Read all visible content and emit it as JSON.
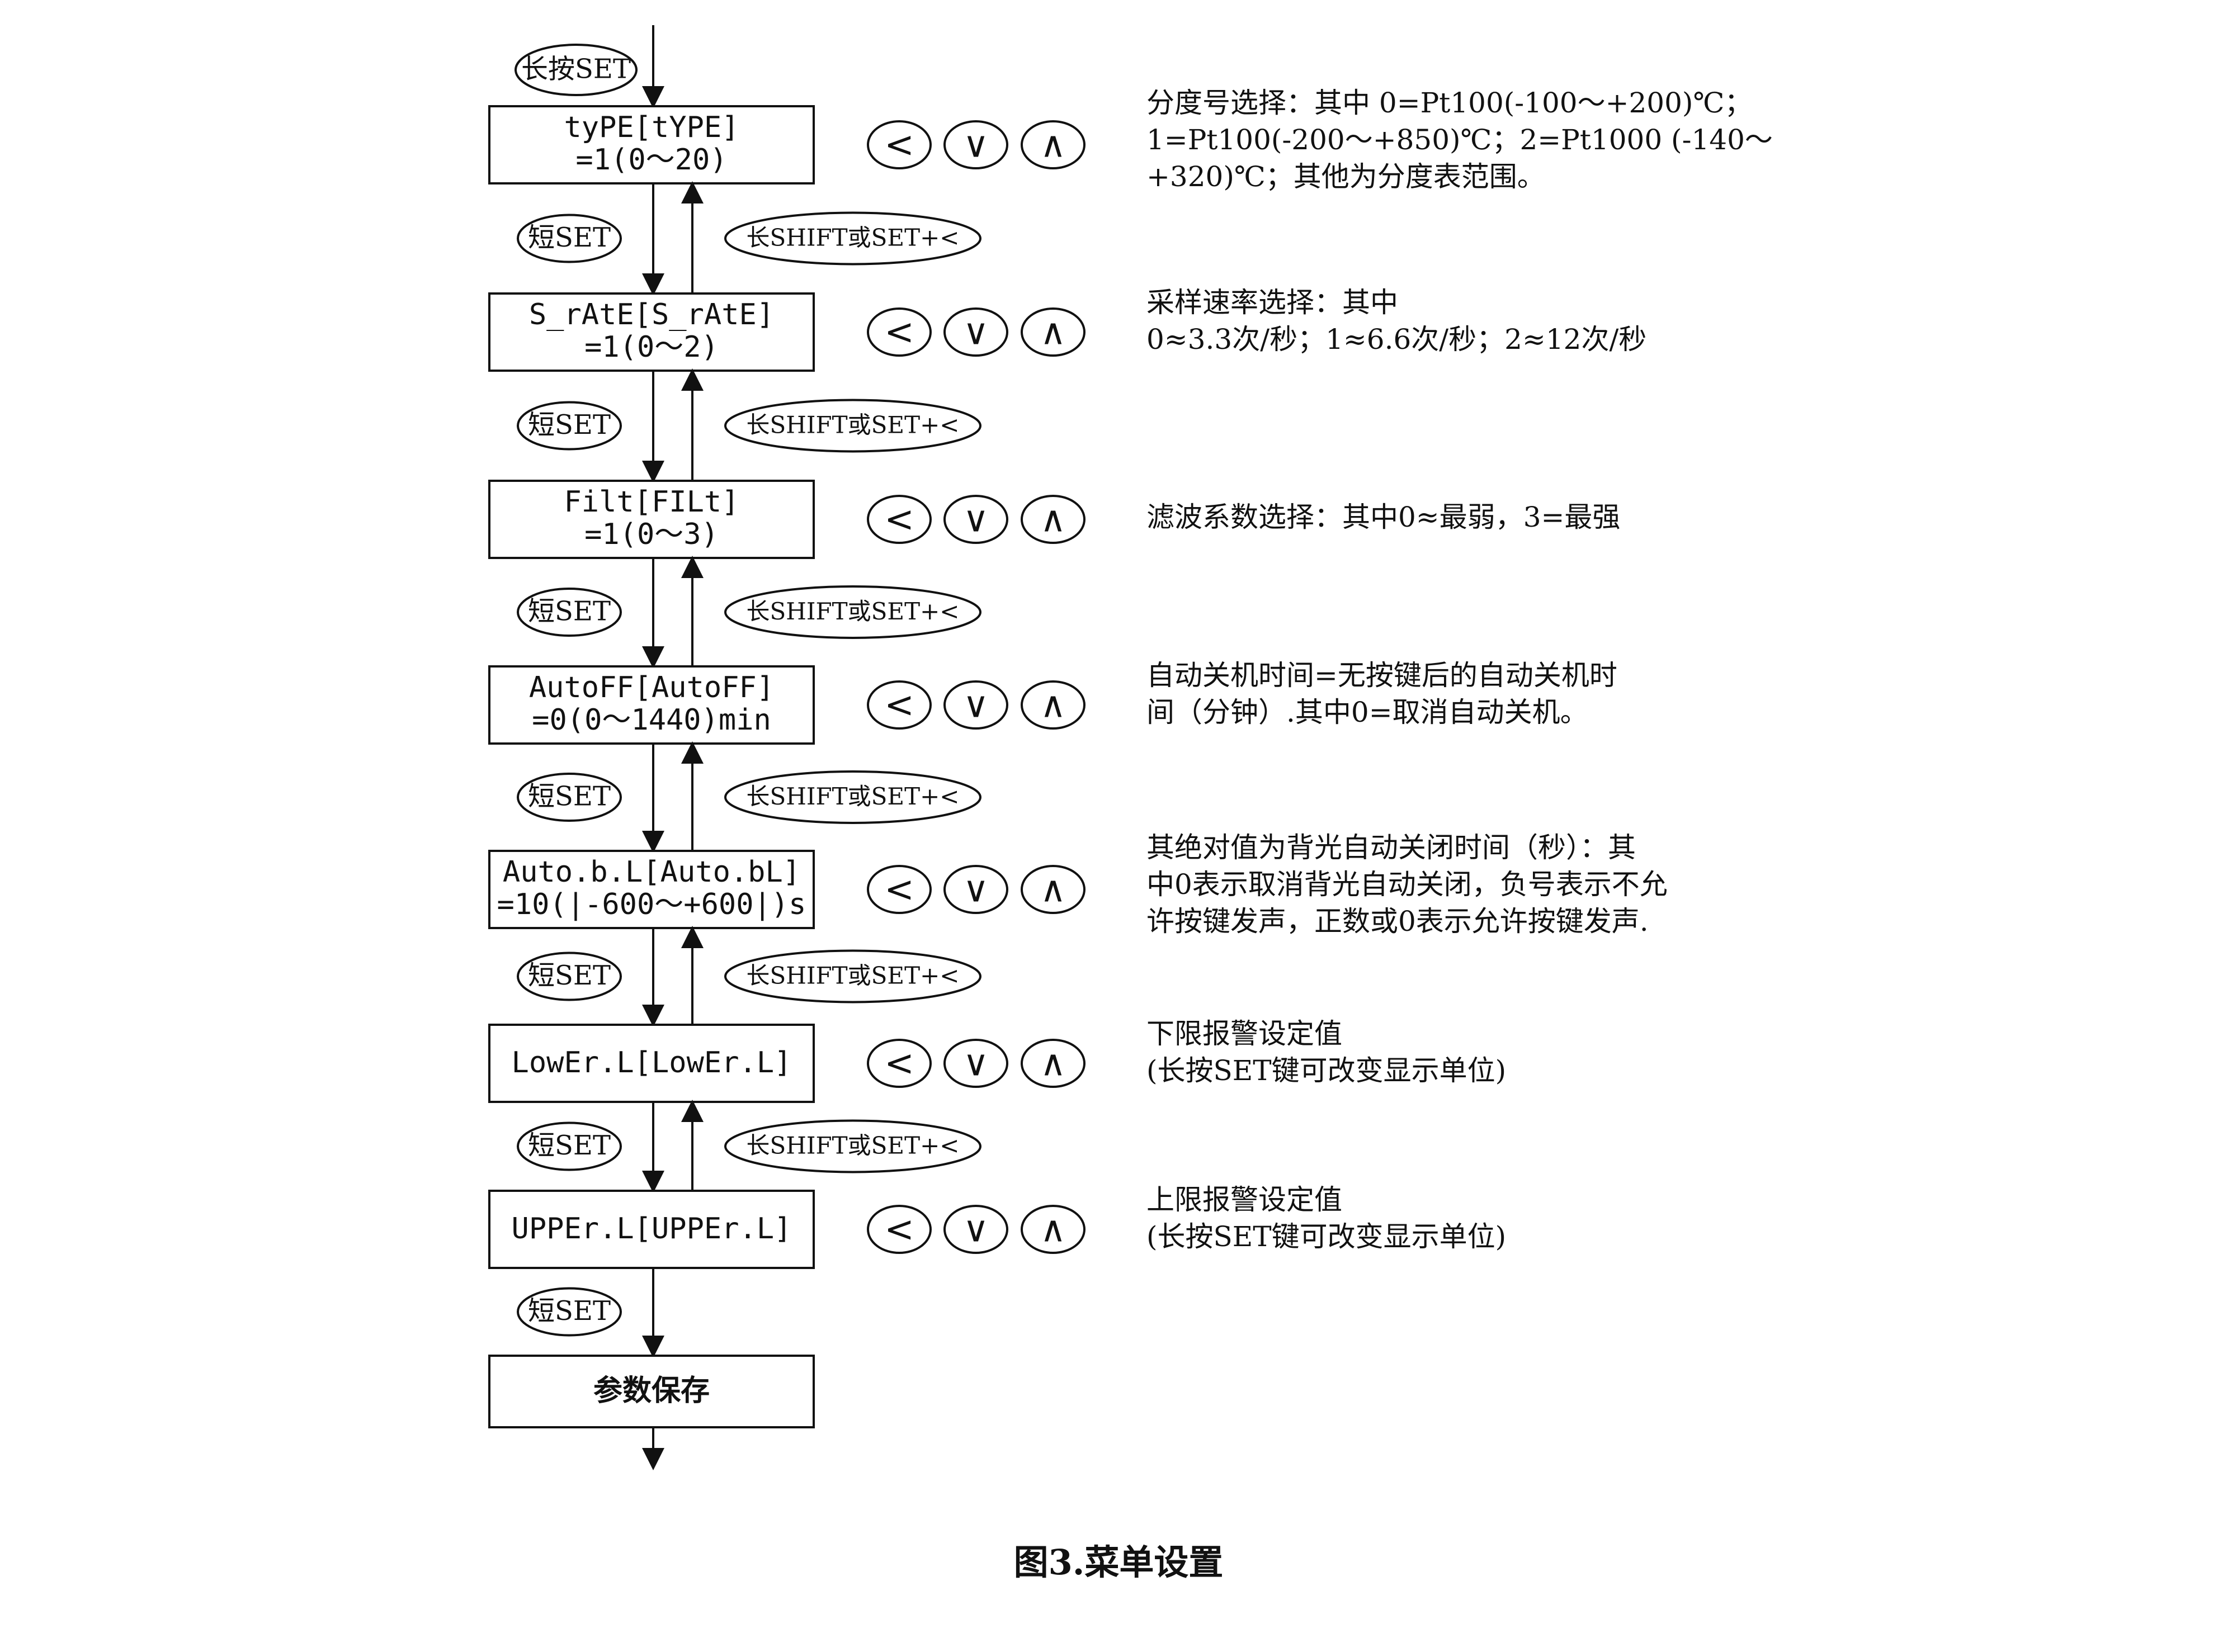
{
  "entry_label": "长按SET",
  "forward_label": "短SET",
  "back_label": "长SHIFT或SET+<",
  "keys": [
    {
      "label": "<",
      "icon": "left-key-icon"
    },
    {
      "label": "∨",
      "icon": "down-key-icon"
    },
    {
      "label": "∧",
      "icon": "up-key-icon"
    }
  ],
  "menu_items": [
    {
      "line1": "tyPE[tYPE]",
      "line2": "=1(0～20)",
      "desc": [
        "分度号选择：其中 0=Pt100(-100～+200)℃；",
        "1=Pt100(-200～+850)℃；2=Pt1000 (-140～",
        "+320)℃；其他为分度表范围。"
      ]
    },
    {
      "line1": "S_rAtE[S_rAtE]",
      "line2": "=1(0～2)",
      "desc": [
        "采样速率选择：其中",
        "0≈3.3次/秒；1≈6.6次/秒；2≈12次/秒"
      ]
    },
    {
      "line1": "Filt[FILt]",
      "line2": "=1(0～3)",
      "desc": [
        "滤波系数选择：其中0≈最弱，3=最强"
      ]
    },
    {
      "line1": "AutoFF[AutoFF]",
      "line2": "=0(0～1440)min",
      "desc": [
        "自动关机时间=无按键后的自动关机时",
        "间（分钟）.其中0=取消自动关机。"
      ]
    },
    {
      "line1": "Auto.b.L[Auto.bL]",
      "line2": "=10(|-600～+600|)s",
      "desc": [
        "其绝对值为背光自动关闭时间（秒）：其",
        "中0表示取消背光自动关闭，负号表示不允",
        "许按键发声，正数或0表示允许按键发声."
      ]
    },
    {
      "line1": "LowEr.L[LowEr.L]",
      "line2": "",
      "desc": [
        "下限报警设定值",
        "(长按SET键可改变显示单位)"
      ]
    },
    {
      "line1": "UPPEr.L[UPPEr.L]",
      "line2": "",
      "desc": [
        "上限报警设定值",
        "(长按SET键可改变显示单位)"
      ]
    }
  ],
  "save_label": "参数保存",
  "caption": "图3.菜单设置"
}
